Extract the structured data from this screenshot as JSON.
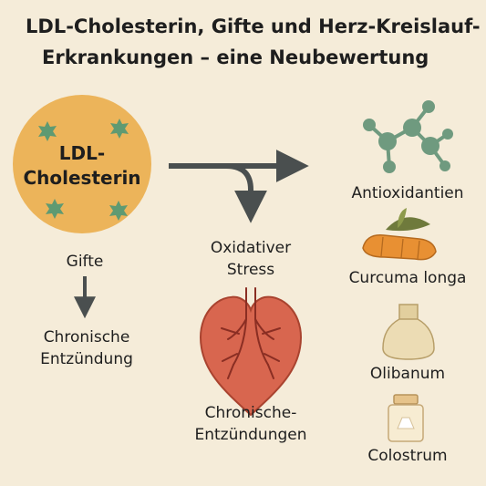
{
  "title": {
    "line1": "LDL-Cholesterin, Gifte und Herz-Kreislauf-",
    "line2": "Erkrankungen – eine Neubewertung"
  },
  "ldl": {
    "line1": "LDL-",
    "line2": "Cholesterin"
  },
  "left_branch": {
    "gifte": "Gifte",
    "chron_1": "Chronische",
    "chron_2": "Entzündung"
  },
  "middle_branch": {
    "ox_1": "Oxidativer",
    "ox_2": "Stress",
    "chron_1": "Chronische-",
    "chron_2": "Entzündungen"
  },
  "right_list": [
    "Antioxidantien",
    "Curcuma longa",
    "Olibanum",
    "Colostrum"
  ],
  "colors": {
    "background": "#f5ecd9",
    "ldl_circle": "#ecb45a",
    "star": "#5f9a72",
    "arrow": "#4a4f4f",
    "heart": "#d8664f",
    "molecule": "#6f9a7f",
    "curcuma": "#e89033",
    "leaf": "#6f7a3c",
    "olibanum": "#ecdcb4",
    "colostrum": "#f7ecd2"
  }
}
